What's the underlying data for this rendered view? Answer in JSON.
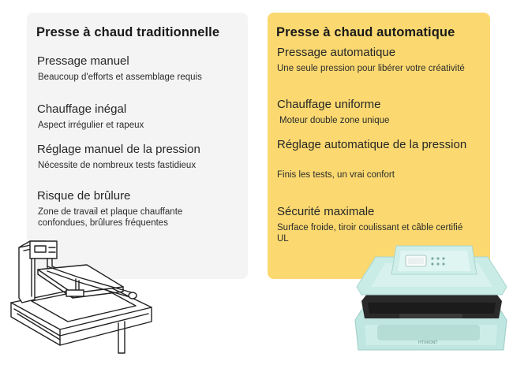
{
  "left": {
    "title": "Presse à chaud traditionnelle",
    "features": [
      {
        "title": "Pressage manuel",
        "desc": "Beaucoup d'efforts et assemblage requis"
      },
      {
        "title": "Chauffage inégal",
        "desc": "Aspect irrégulier et rapeux"
      },
      {
        "title": "Réglage manuel de la pression",
        "desc": "Nécessite de nombreux tests fastidieux"
      },
      {
        "title": "Risque de brûlure",
        "desc": "Zone de travail et plaque chauffante confondues, brûlures fréquentes"
      }
    ]
  },
  "right": {
    "title": "Presse à chaud automatique",
    "features": [
      {
        "title": "Pressage automatique",
        "desc": "Une seule pression pour libérer votre créativité"
      },
      {
        "title": "Chauffage uniforme",
        "desc": "Moteur double zone unique"
      },
      {
        "title": "Réglage automatique de la pression",
        "desc": "Finis les tests, un vrai confort"
      },
      {
        "title": "Sécurité maximale",
        "desc": "Surface froide, tiroir coulissant et câble certifié UL"
      }
    ]
  },
  "colors": {
    "left_card_bg": "#f4f4f4",
    "right_card_bg": "#fbd970",
    "auto_press_body": "#bfe6e0",
    "auto_press_plate": "#2a2a2a"
  },
  "icons": {
    "traditional_press": "manual-heat-press-line-drawing",
    "automatic_press": "mint-automatic-heat-press-photo"
  }
}
